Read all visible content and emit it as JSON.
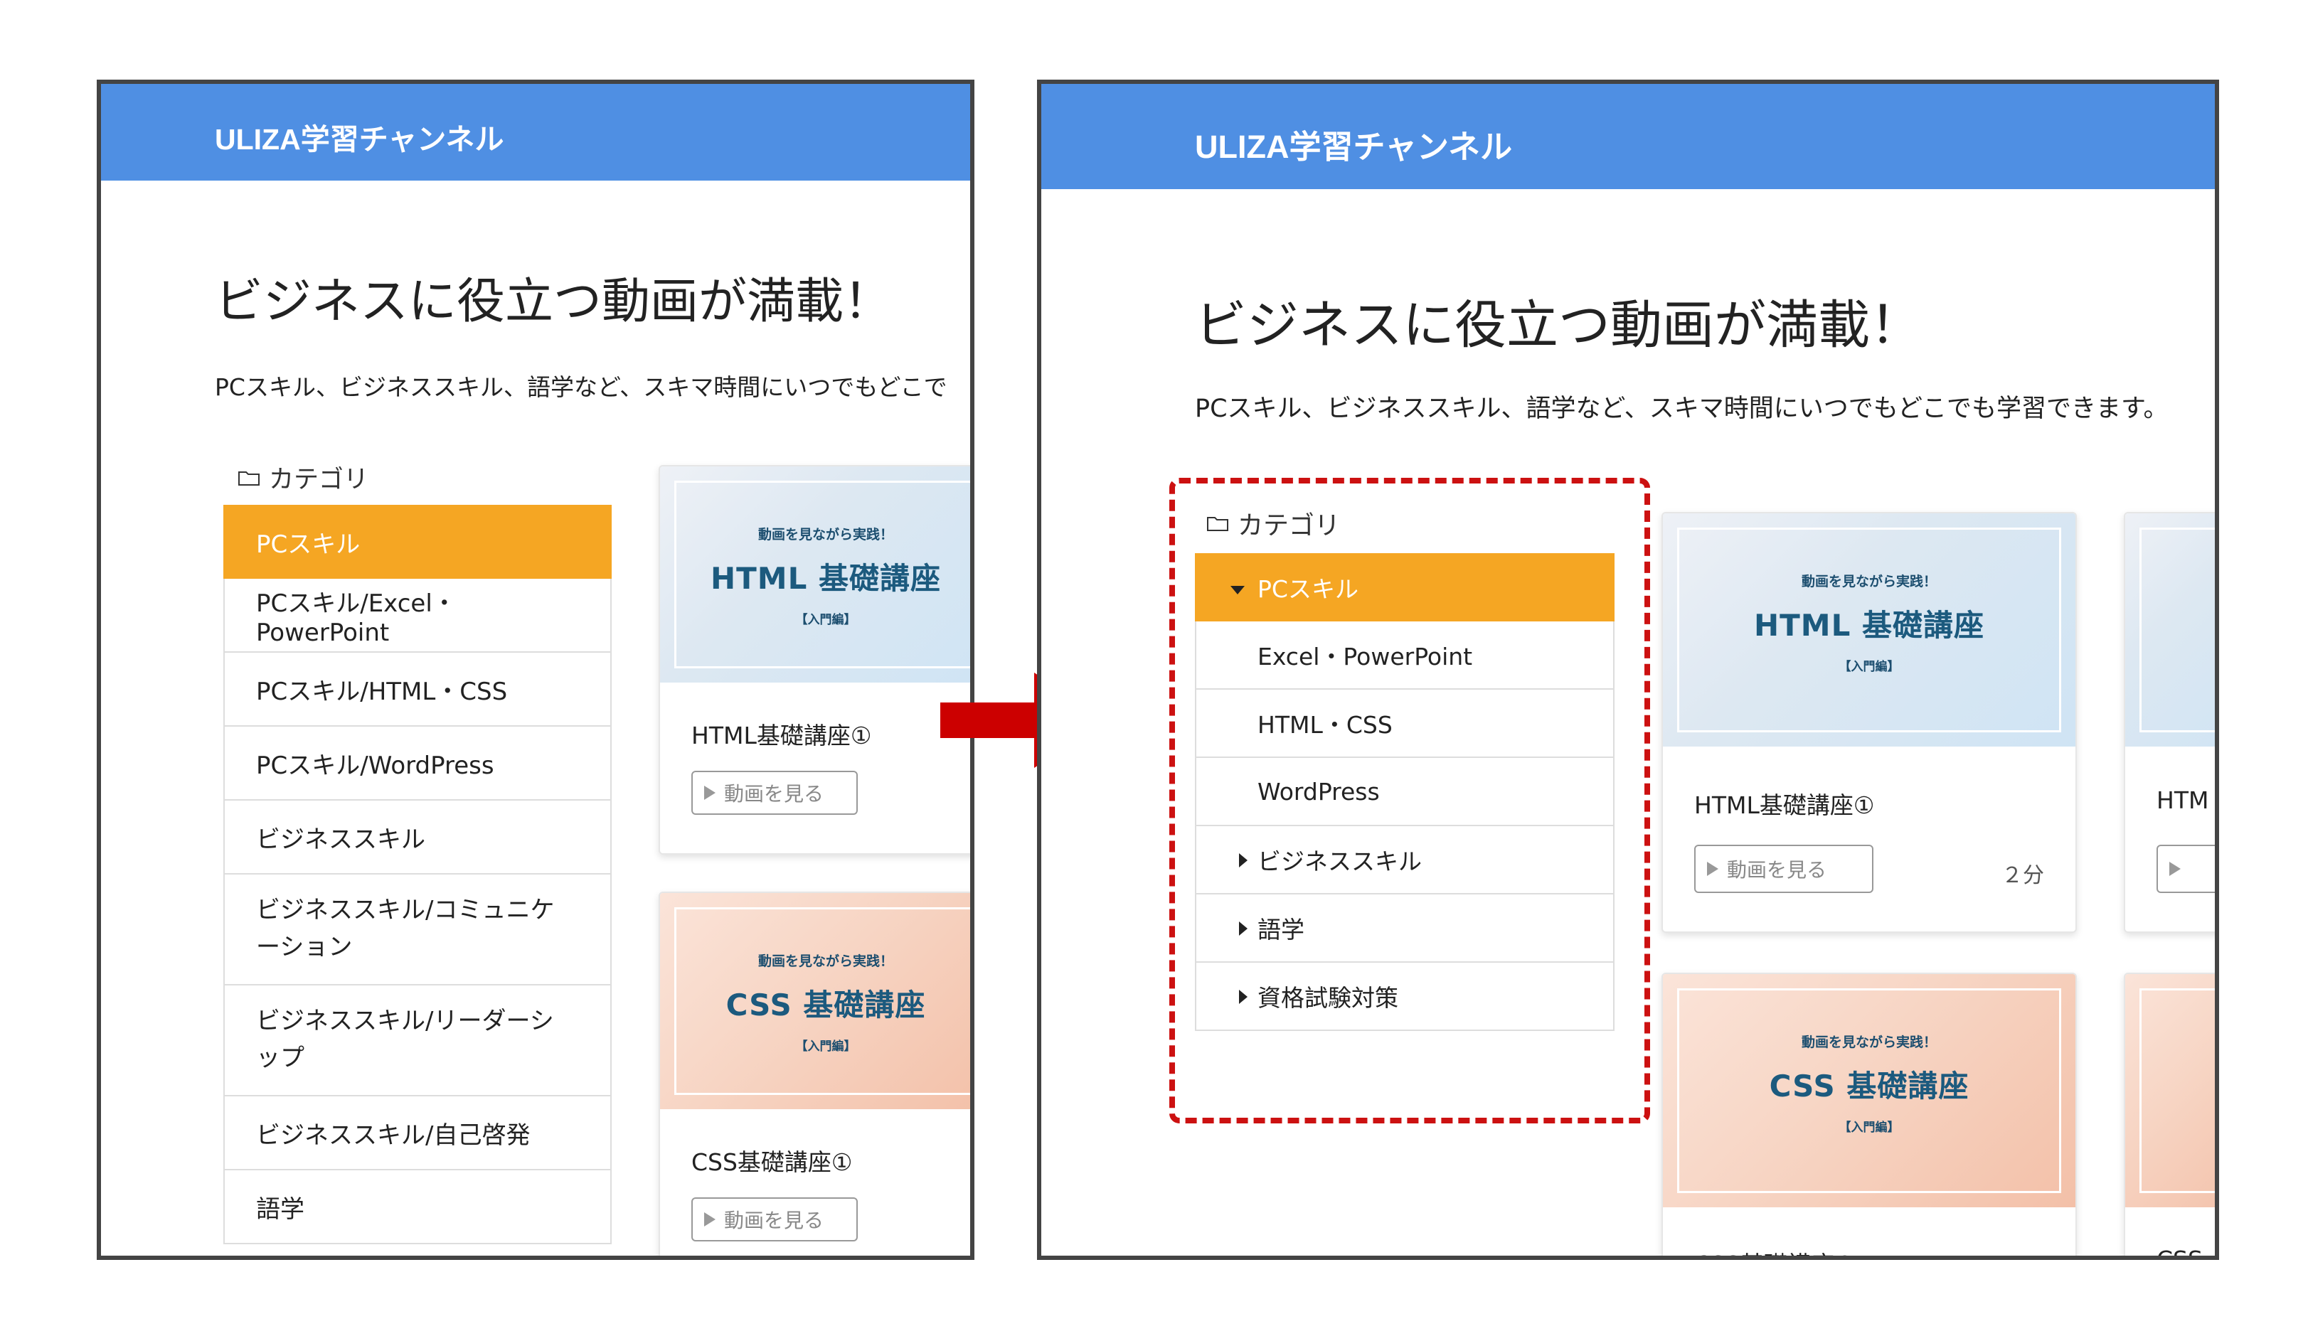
{
  "app_title": "ULIZA学習チャンネル",
  "headline": "ビジネスに役立つ動画が満載！",
  "lead_left": "PCスキル、ビジネススキル、語学など、スキマ時間にいつでもどこで",
  "lead_right": "PCスキル、ビジネススキル、語学など、スキマ時間にいつでもどこでも学習できます。",
  "category_heading": "カテゴリ",
  "icons": {
    "folder": "folder-icon",
    "play": "play-icon",
    "expanded": "caret-down-icon",
    "collapsed": "caret-right-icon",
    "arrow": "right-arrow-icon"
  },
  "colors": {
    "header": "#4f8fe3",
    "active": "#f5a623",
    "highlight": "#cc1111",
    "arrow": "#cc0000"
  },
  "left_categories": [
    "PCスキル",
    "PCスキル/Excel・PowerPoint",
    "PCスキル/HTML・CSS",
    "PCスキル/WordPress",
    "ビジネススキル",
    "ビジネススキル/コミュニケーション",
    "ビジネススキル/リーダーシップ",
    "ビジネススキル/自己啓発",
    "語学"
  ],
  "right_categories": [
    "PCスキル",
    "Excel・PowerPoint",
    "HTML・CSS",
    "WordPress",
    "ビジネススキル",
    "語学",
    "資格試験対策"
  ],
  "courses": [
    {
      "thumb_sub": "動画を見ながら実践！",
      "thumb_title": "HTML 基礎講座",
      "thumb_tag": "【入門編】",
      "title": "HTML基礎講座①",
      "button": "動画を見る",
      "duration": "２分"
    },
    {
      "thumb_sub": "動画を見ながら実践！",
      "thumb_title": "CSS 基礎講座",
      "thumb_tag": "【入門編】",
      "title": "CSS基礎講座①",
      "button": "動画を見る"
    }
  ],
  "partial_titles": {
    "html": "HTM",
    "css": "CSS"
  }
}
